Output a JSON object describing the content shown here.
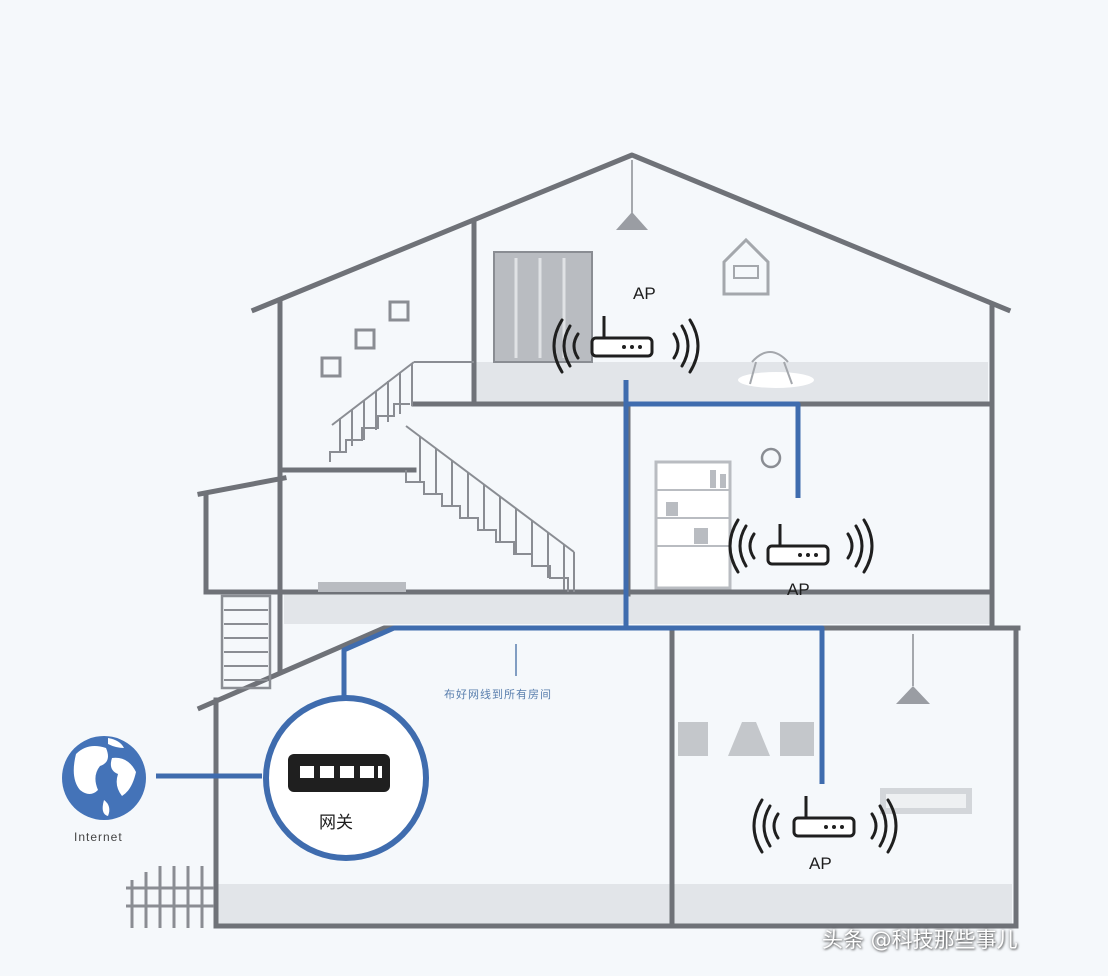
{
  "colors": {
    "line": "#3f6cae",
    "wall": "#6f7278",
    "floor": "#e2e5e9",
    "background": "#f5f8fb"
  },
  "icons": [
    "globe-icon",
    "gateway-device-icon",
    "router-icon",
    "wifi-wave-icon"
  ],
  "labels": {
    "ap_top": "AP",
    "ap_middle": "AP",
    "ap_bottom": "AP",
    "gateway": "网关",
    "internet": "Internet",
    "wiring_note": "布好网线到所有房间",
    "watermark": "头条 @科技那些事儿"
  }
}
